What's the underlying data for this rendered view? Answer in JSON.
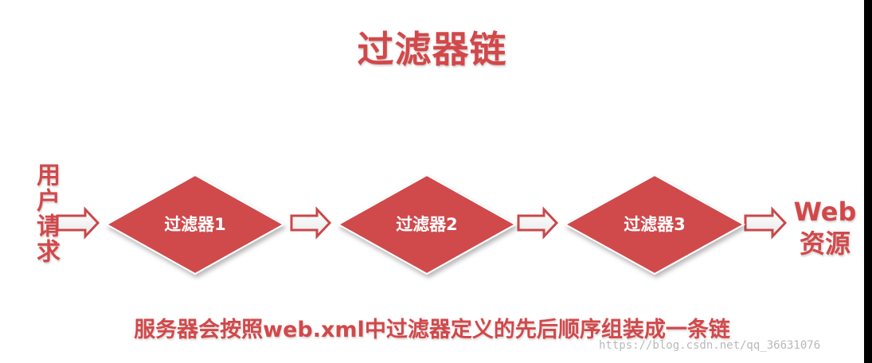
{
  "title": "过滤器链",
  "user_request": "用户请求",
  "web_resource": {
    "line1": "Web",
    "line2": "资源"
  },
  "filters": [
    {
      "label": "过滤器1"
    },
    {
      "label": "过滤器2"
    },
    {
      "label": "过滤器3"
    }
  ],
  "caption": "服务器会按照web.xml中过滤器定义的先后顺序组装成一条链",
  "watermark": "https://blog.csdn.net/qq_36631076",
  "colors": {
    "accent": "#d2484a",
    "diamond_fill": "#d04a4c",
    "arrow_stroke": "#c9484a",
    "background": "#ffffff"
  }
}
